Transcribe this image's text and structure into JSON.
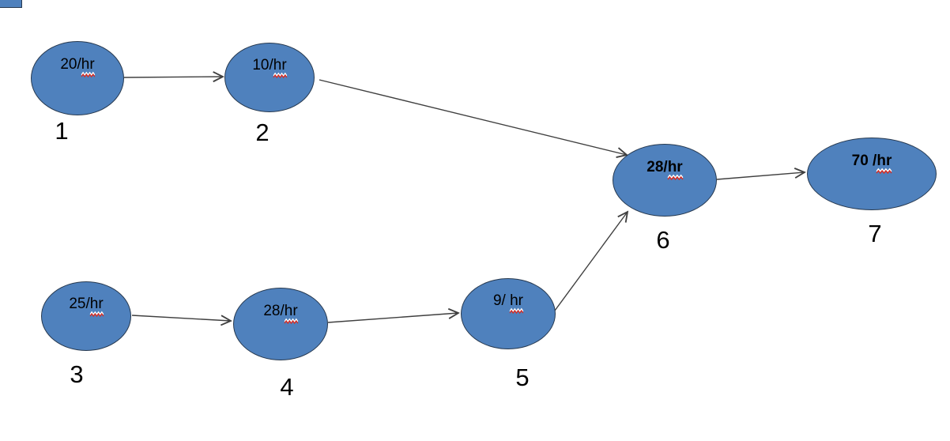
{
  "diagram": {
    "type": "flow-network",
    "colors": {
      "background": "#ffffff",
      "node_fill": "#4f81bd",
      "node_border": "#27394f",
      "edge": "#3f3f3f",
      "text": "#000000",
      "squiggle_red": "#dc291e",
      "squiggle_white": "#ffffff"
    },
    "nodes": [
      {
        "id": "1",
        "rate_prefix": "20/",
        "rate_word": "hr"
      },
      {
        "id": "2",
        "rate_prefix": "10/",
        "rate_word": "hr"
      },
      {
        "id": "3",
        "rate_prefix": "25/",
        "rate_word": "hr"
      },
      {
        "id": "4",
        "rate_prefix": "28/",
        "rate_word": "hr"
      },
      {
        "id": "5",
        "rate_prefix": "9/ ",
        "rate_word": "hr"
      },
      {
        "id": "6",
        "rate_prefix": "28/",
        "rate_word": "hr",
        "bold": true
      },
      {
        "id": "7",
        "rate_prefix": "70 /",
        "rate_word": "hr",
        "bold": true
      }
    ],
    "edges": [
      {
        "from": "1",
        "to": "2"
      },
      {
        "from": "2",
        "to": "6"
      },
      {
        "from": "3",
        "to": "4"
      },
      {
        "from": "4",
        "to": "5"
      },
      {
        "from": "5",
        "to": "6"
      },
      {
        "from": "6",
        "to": "7"
      }
    ]
  }
}
